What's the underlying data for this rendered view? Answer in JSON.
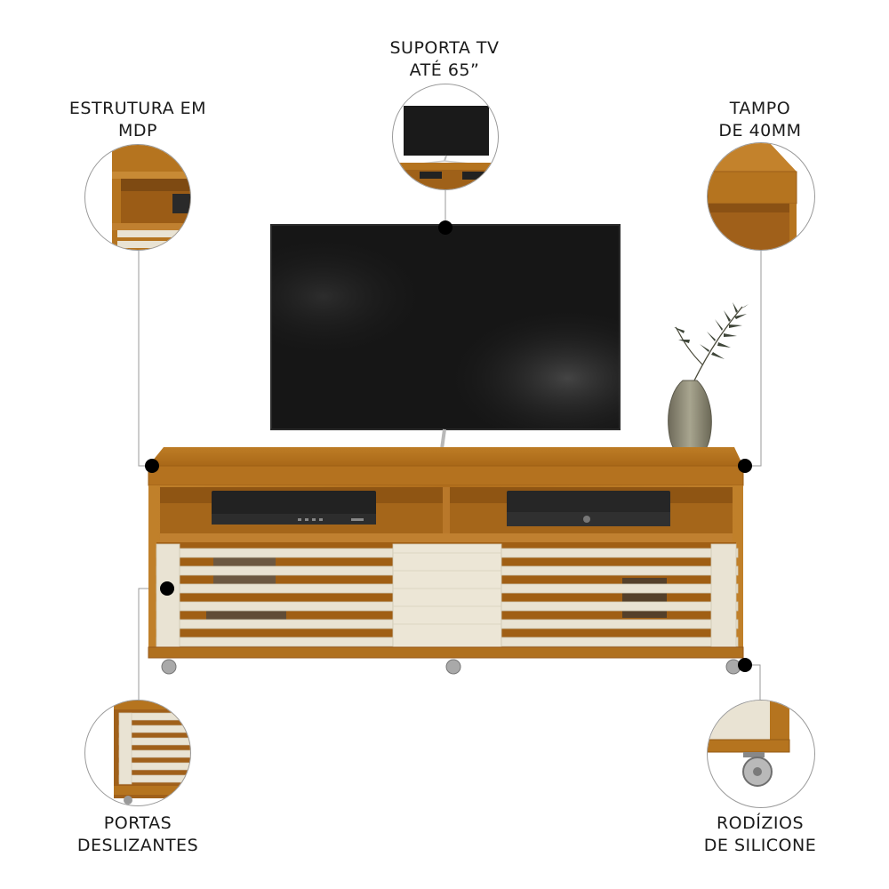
{
  "callouts": {
    "tv": {
      "line1": "SUPORTA TV",
      "line2": "ATÉ 65”"
    },
    "structure": {
      "line1": "ESTRUTURA EM",
      "line2": "MDP"
    },
    "top": {
      "line1": "TAMPO",
      "line2": "DE 40MM"
    },
    "doors": {
      "line1": "PORTAS",
      "line2": "DESLIZANTES"
    },
    "wheels": {
      "line1": "RODÍZIOS",
      "line2": "DE SILICONE"
    }
  },
  "colors": {
    "wood": "#b5741f",
    "wood_dark": "#8c5616",
    "slat": "#e8e2d2",
    "tv": "#1a1a1a",
    "leader": "#9a9a9a",
    "dot": "#000000"
  }
}
